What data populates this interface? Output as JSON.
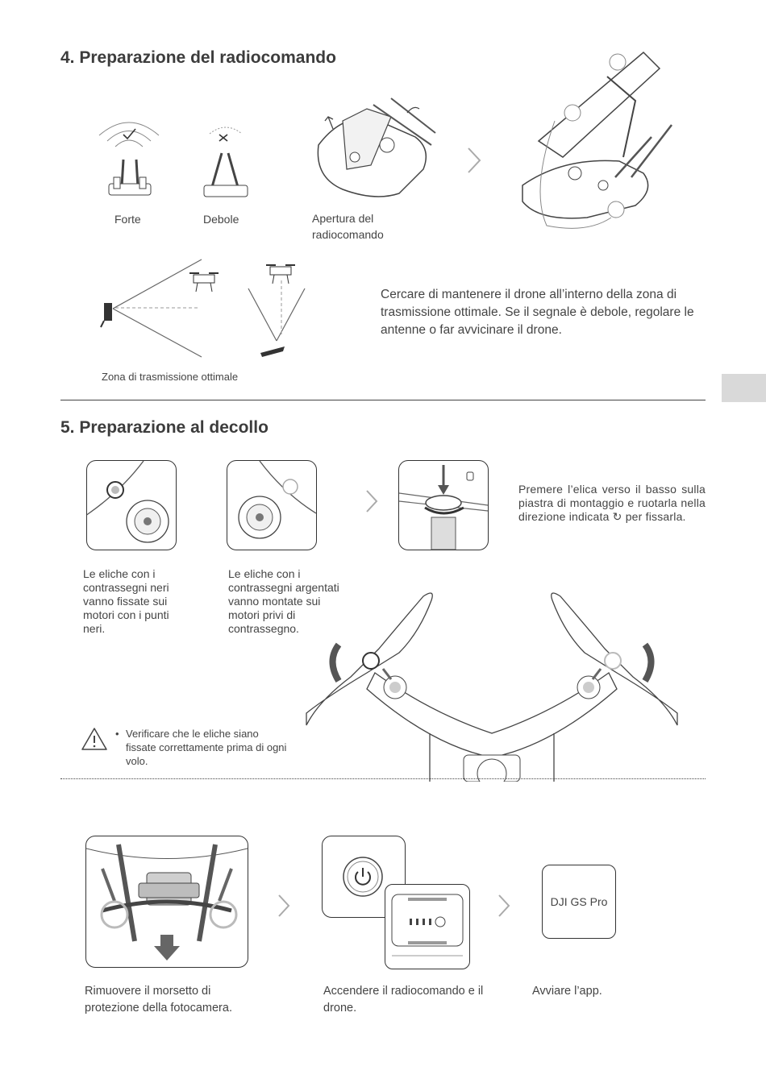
{
  "section4": {
    "title": "4. Preparazione del radiocomando",
    "captions": {
      "strong": "Forte",
      "weak": "Debole",
      "opening": "Apertura del radiocomando"
    },
    "instruction": "Cercare di mantenere il drone all’interno della zona di trasmissione ottimale. Se il segnale è debole, regolare le antenne o far avvicinare il drone.",
    "zone_label": "Zona di trasmissione ottimale"
  },
  "section5": {
    "title": "5. Preparazione al decollo",
    "black_props": "Le eliche con i contrassegni neri vanno fissate sui motori con i punti neri.",
    "silver_props": "Le eliche con i contrassegni argentati vanno montate sui motori privi di contrassegno.",
    "press_instruction": "Premere l’elica verso il basso sulla piastra di montaggio e ruotarla nella direzione indicata",
    "press_instruction_end": "per fissarla.",
    "warning_bullet": "•",
    "warning": "Verificare che le eliche siano fissate correttamente prima di ogni volo."
  },
  "bottom": {
    "remove_clamp": "Rimuovere il morsetto di protezione della fotocamera.",
    "power_on": "Accendere il radiocomando e il drone.",
    "app_name": "DJI GS Pro",
    "launch_app": "Avviare l’app."
  },
  "colors": {
    "line": "#444444",
    "tab": "#d9d9d9"
  }
}
